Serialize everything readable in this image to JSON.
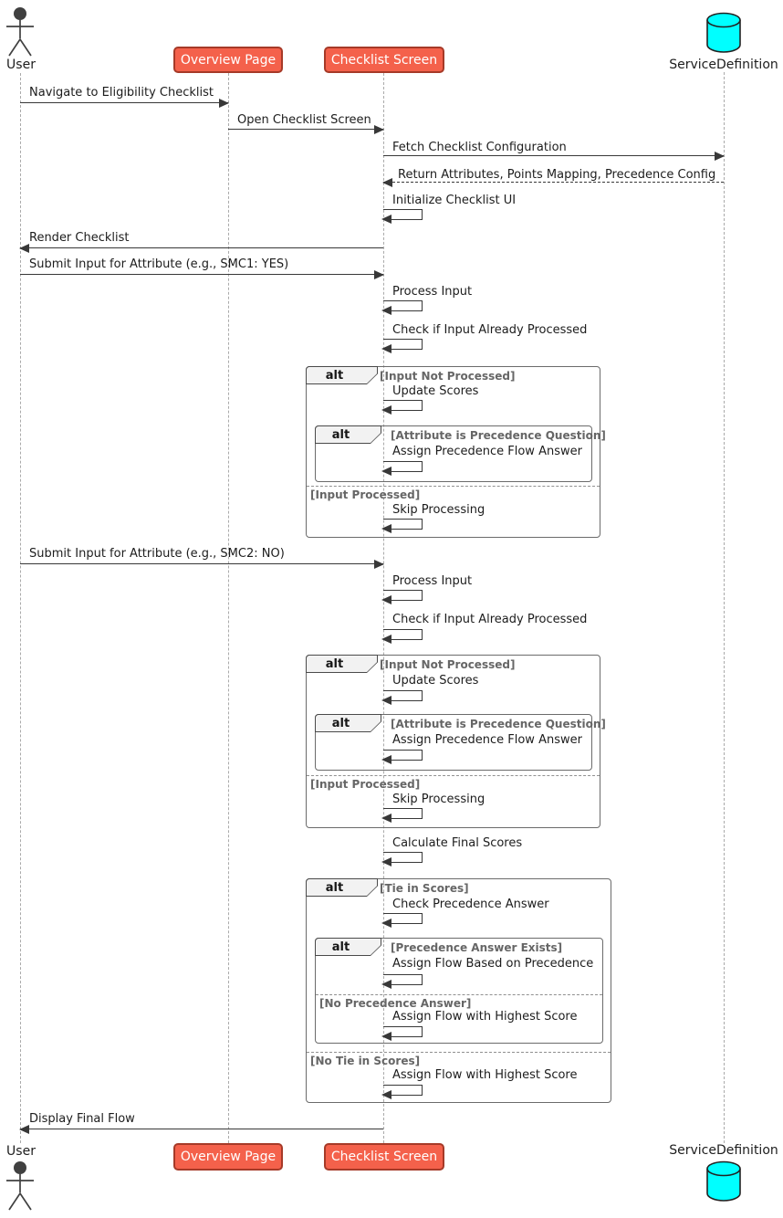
{
  "colors": {
    "participant_fill": "#F4614B",
    "participant_border": "#A63A28",
    "participant_text": "#FFFFFF",
    "database_fill": "#00FFFF",
    "database_border": "#222222",
    "actor_color": "#404040",
    "line_color": "#383838",
    "lifeline_color": "#AAAAAA",
    "frame_border": "#6B6B6B",
    "tab_border": "#4A4A4A",
    "tab_fill": "#F2F2F2",
    "guard_color": "#666666",
    "text_color": "#1C1C1C",
    "background": "#FFFFFF"
  },
  "participants": {
    "user": {
      "label": "User",
      "type": "actor"
    },
    "overview": {
      "label": "Overview Page",
      "type": "participant"
    },
    "checklist": {
      "label": "Checklist Screen",
      "type": "participant"
    },
    "service": {
      "label": "ServiceDefinition",
      "type": "database"
    }
  },
  "messages": [
    {
      "from": "user",
      "to": "overview",
      "style": "solid",
      "text": "Navigate to Eligibility Checklist"
    },
    {
      "from": "overview",
      "to": "checklist",
      "style": "solid",
      "text": "Open Checklist Screen"
    },
    {
      "from": "checklist",
      "to": "service",
      "style": "solid",
      "text": "Fetch Checklist Configuration"
    },
    {
      "from": "service",
      "to": "checklist",
      "style": "dashed",
      "text": "Return Attributes, Points Mapping, Precedence Config"
    },
    {
      "from": "checklist",
      "to": "checklist",
      "style": "self",
      "text": "Initialize Checklist UI"
    },
    {
      "from": "checklist",
      "to": "user",
      "style": "solid",
      "text": "Render Checklist"
    },
    {
      "from": "user",
      "to": "checklist",
      "style": "solid",
      "text": "Submit Input for Attribute (e.g., SMC1: YES)"
    },
    {
      "from": "checklist",
      "to": "checklist",
      "style": "self",
      "text": "Process Input"
    },
    {
      "from": "checklist",
      "to": "checklist",
      "style": "self",
      "text": "Check if Input Already Processed"
    },
    {
      "from": "checklist",
      "to": "checklist",
      "style": "self",
      "text": "Update Scores"
    },
    {
      "from": "checklist",
      "to": "checklist",
      "style": "self",
      "text": "Assign Precedence Flow Answer"
    },
    {
      "from": "checklist",
      "to": "checklist",
      "style": "self",
      "text": "Skip Processing"
    },
    {
      "from": "user",
      "to": "checklist",
      "style": "solid",
      "text": "Submit Input for Attribute (e.g., SMC2: NO)"
    },
    {
      "from": "checklist",
      "to": "checklist",
      "style": "self",
      "text": "Process Input"
    },
    {
      "from": "checklist",
      "to": "checklist",
      "style": "self",
      "text": "Check if Input Already Processed"
    },
    {
      "from": "checklist",
      "to": "checklist",
      "style": "self",
      "text": "Update Scores"
    },
    {
      "from": "checklist",
      "to": "checklist",
      "style": "self",
      "text": "Assign Precedence Flow Answer"
    },
    {
      "from": "checklist",
      "to": "checklist",
      "style": "self",
      "text": "Skip Processing"
    },
    {
      "from": "checklist",
      "to": "checklist",
      "style": "self",
      "text": "Calculate Final Scores"
    },
    {
      "from": "checklist",
      "to": "checklist",
      "style": "self",
      "text": "Check Precedence Answer"
    },
    {
      "from": "checklist",
      "to": "checklist",
      "style": "self",
      "text": "Assign Flow Based on Precedence"
    },
    {
      "from": "checklist",
      "to": "checklist",
      "style": "self",
      "text": "Assign Flow with Highest Score"
    },
    {
      "from": "checklist",
      "to": "checklist",
      "style": "self",
      "text": "Assign Flow with Highest Score"
    },
    {
      "from": "checklist",
      "to": "user",
      "style": "solid",
      "text": "Display Final Flow"
    }
  ],
  "fragments": [
    {
      "operator": "alt",
      "guard": "[Input Not Processed]",
      "else_guard": "[Input Processed]"
    },
    {
      "operator": "alt",
      "guard": "[Attribute is Precedence Question]"
    },
    {
      "operator": "alt",
      "guard": "[Input Not Processed]",
      "else_guard": "[Input Processed]"
    },
    {
      "operator": "alt",
      "guard": "[Attribute is Precedence Question]"
    },
    {
      "operator": "alt",
      "guard": "[Tie in Scores]",
      "else_guard": "[No Tie in Scores]"
    },
    {
      "operator": "alt",
      "guard": "[Precedence Answer Exists]",
      "else_guard": "[No Precedence Answer]"
    }
  ]
}
